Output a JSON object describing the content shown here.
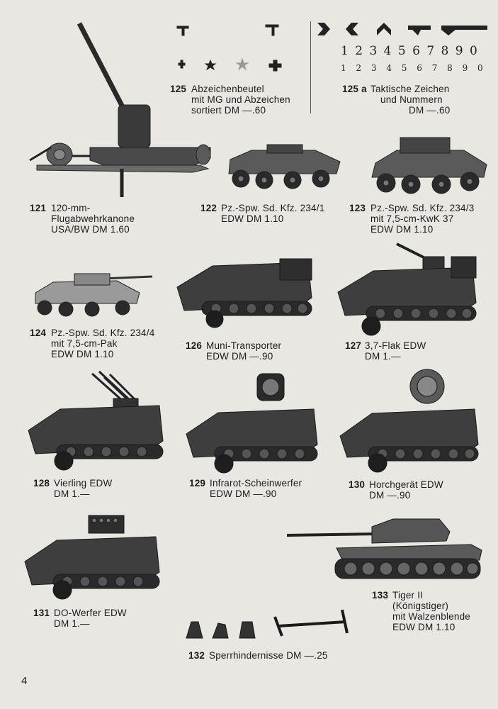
{
  "page_number": "4",
  "tactical_digits_large": "1 2 3 4 5 6 7 8 9 0",
  "tactical_digits_small": "1 2 3 4 5 6 7 8 9 0",
  "items": {
    "i125": {
      "num": "125",
      "lines": [
        "Abzeichenbeutel",
        "mit MG und Abzeichen",
        "sortiert  DM —.60"
      ]
    },
    "i125a": {
      "num": "125 a",
      "lines": [
        "Taktische Zeichen",
        "und Nummern",
        "DM —.60"
      ]
    },
    "i121": {
      "num": "121",
      "lines": [
        "120-mm-",
        "Flugabwehrkanone",
        "USA/BW  DM 1.60"
      ]
    },
    "i122": {
      "num": "122",
      "lines": [
        "Pz.-Spw. Sd. Kfz. 234/1",
        "EDW  DM 1.10"
      ]
    },
    "i123": {
      "num": "123",
      "lines": [
        "Pz.-Spw. Sd. Kfz. 234/3",
        "mit 7,5-cm-KwK 37",
        "EDW  DM 1.10"
      ]
    },
    "i124": {
      "num": "124",
      "lines": [
        "Pz.-Spw. Sd. Kfz. 234/4",
        "mit 7,5-cm-Pak",
        "EDW  DM 1.10"
      ]
    },
    "i126": {
      "num": "126",
      "lines": [
        "Muni-Transporter",
        "EDW  DM —.90"
      ]
    },
    "i127": {
      "num": "127",
      "lines": [
        "3,7-Flak  EDW",
        "DM 1.—"
      ]
    },
    "i128": {
      "num": "128",
      "lines": [
        "Vierling  EDW",
        "DM 1.—"
      ]
    },
    "i129": {
      "num": "129",
      "lines": [
        "Infrarot-Scheinwerfer",
        "EDW  DM —.90"
      ]
    },
    "i130": {
      "num": "130",
      "lines": [
        "Horchgerät  EDW",
        "DM —.90"
      ]
    },
    "i131": {
      "num": "131",
      "lines": [
        "DO-Werfer  EDW",
        "DM 1.—"
      ]
    },
    "i132": {
      "num": "132",
      "lines": [
        "Sperrhindernisse  DM —.25"
      ]
    },
    "i133": {
      "num": "133",
      "lines": [
        "Tiger II",
        "(Königstiger)",
        "mit Walzenblende",
        "EDW  DM 1.10"
      ]
    }
  }
}
